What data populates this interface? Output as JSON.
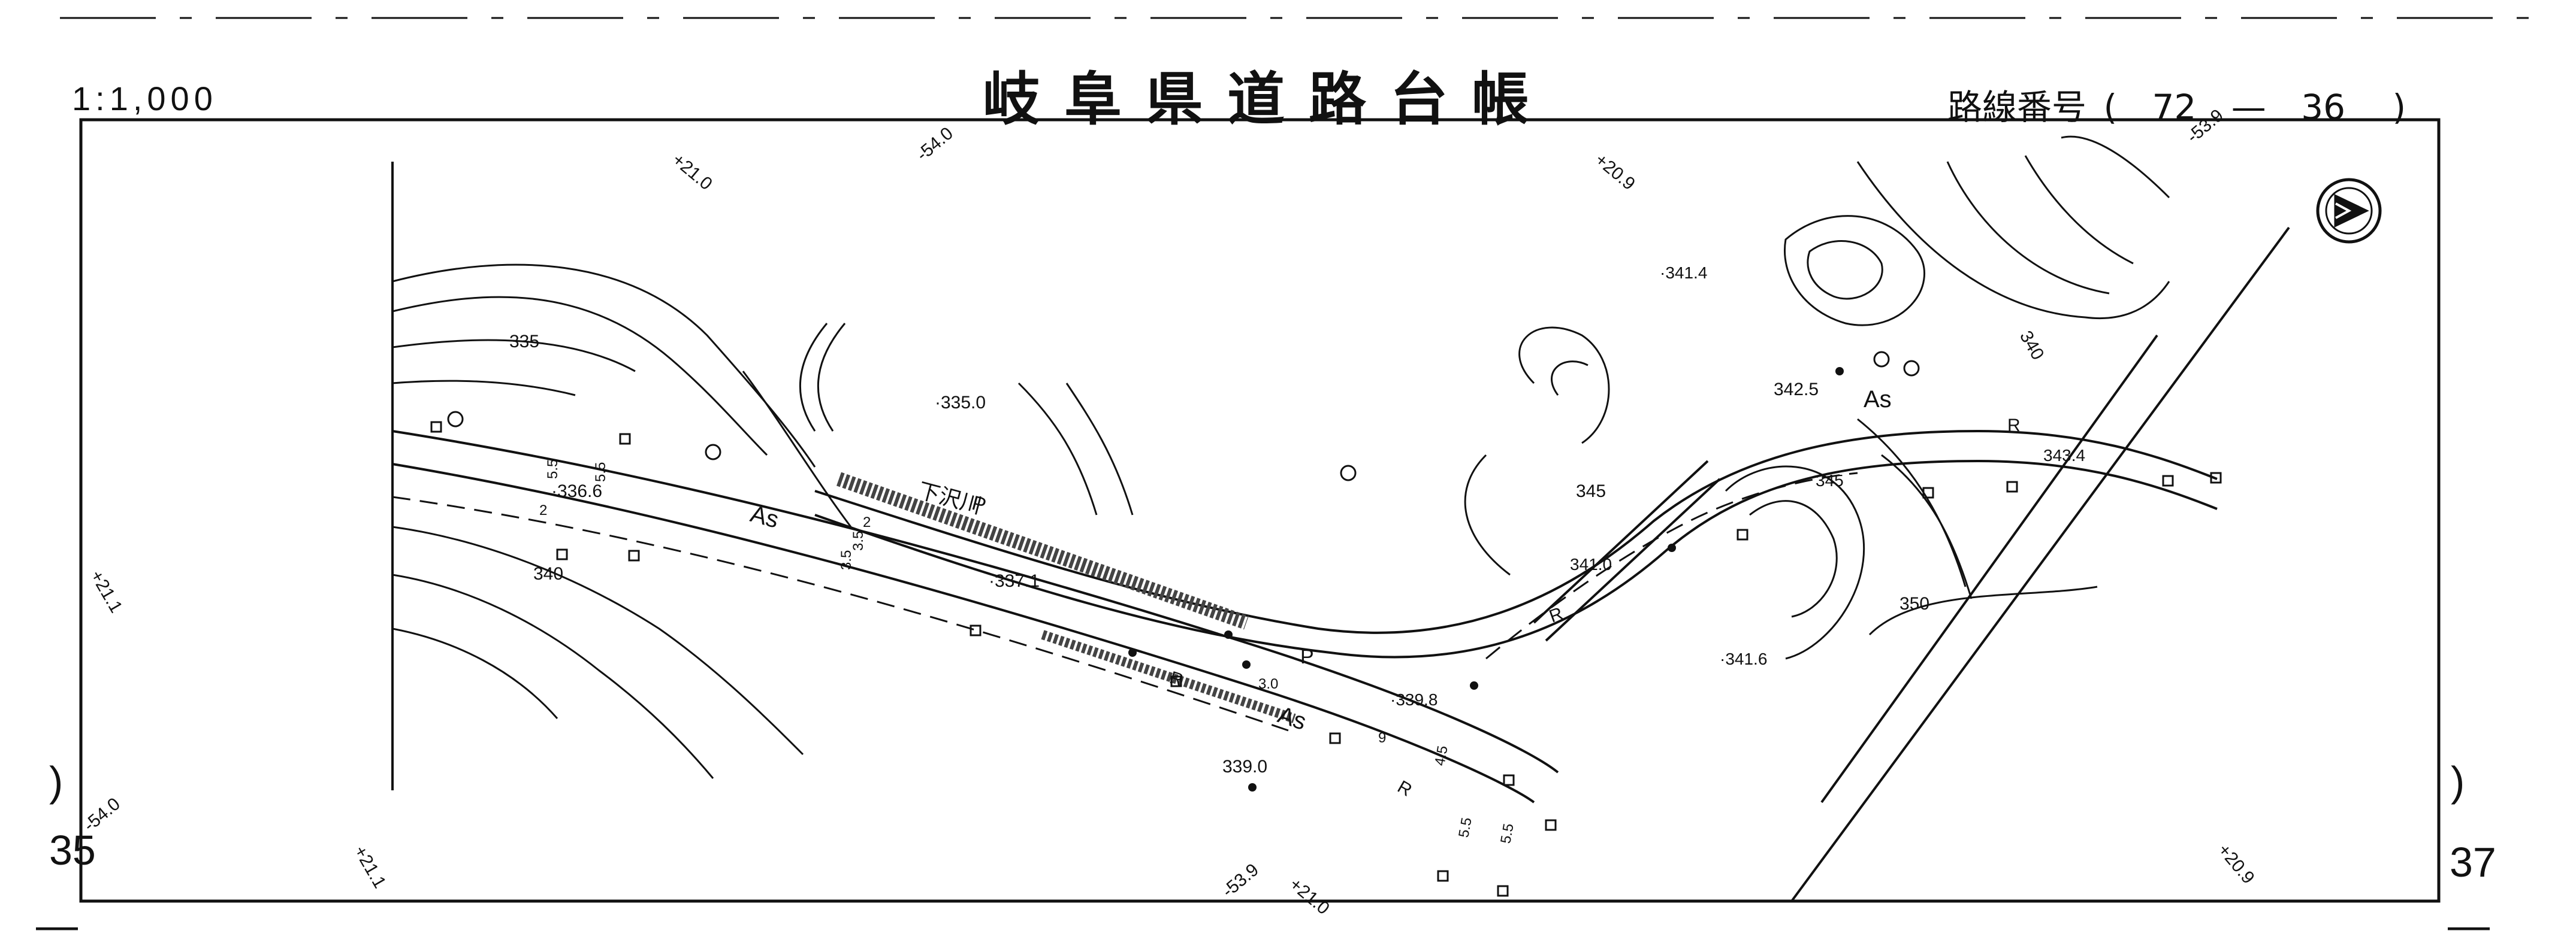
{
  "header": {
    "title": "岐阜県道路台帳",
    "scale": "1:1,000",
    "route_label": "路線番号",
    "route_open": "(",
    "route_number": "72",
    "route_dash": "—",
    "route_section": "36",
    "route_close": ")"
  },
  "sheet_refs": {
    "left_index": "35",
    "left_dash": "—",
    "left_paren": ")",
    "right_index": "37",
    "right_dash": "—",
    "right_paren": ")"
  },
  "coordinate_ticks": [
    "+21.0",
    "-54.0",
    "+20.9",
    "-53.9",
    "+21.1",
    "-54.0",
    "+21.1",
    "-53.9",
    "+21.0",
    "+20.9"
  ],
  "elevations": [
    "·341.4",
    "342.5",
    "343.4",
    "345",
    "340",
    "335",
    "·335.0",
    "·336.6",
    "·337.1",
    "340",
    "341.0",
    "·341.6",
    "350",
    "·339.8",
    "339.0",
    "345"
  ],
  "road_labels": [
    "As",
    "As",
    "As",
    "P",
    "P",
    "R",
    "R",
    "R",
    "R"
  ],
  "place_names": [
    "下沢川"
  ],
  "small_labels": [
    "5.5",
    "5.5",
    "2",
    "3.5",
    "2",
    "3.5",
    "3.0",
    "4.5",
    "5.5",
    "5.5",
    "9"
  ],
  "colors": {
    "ink": "#111111",
    "paper": "#ffffff"
  }
}
